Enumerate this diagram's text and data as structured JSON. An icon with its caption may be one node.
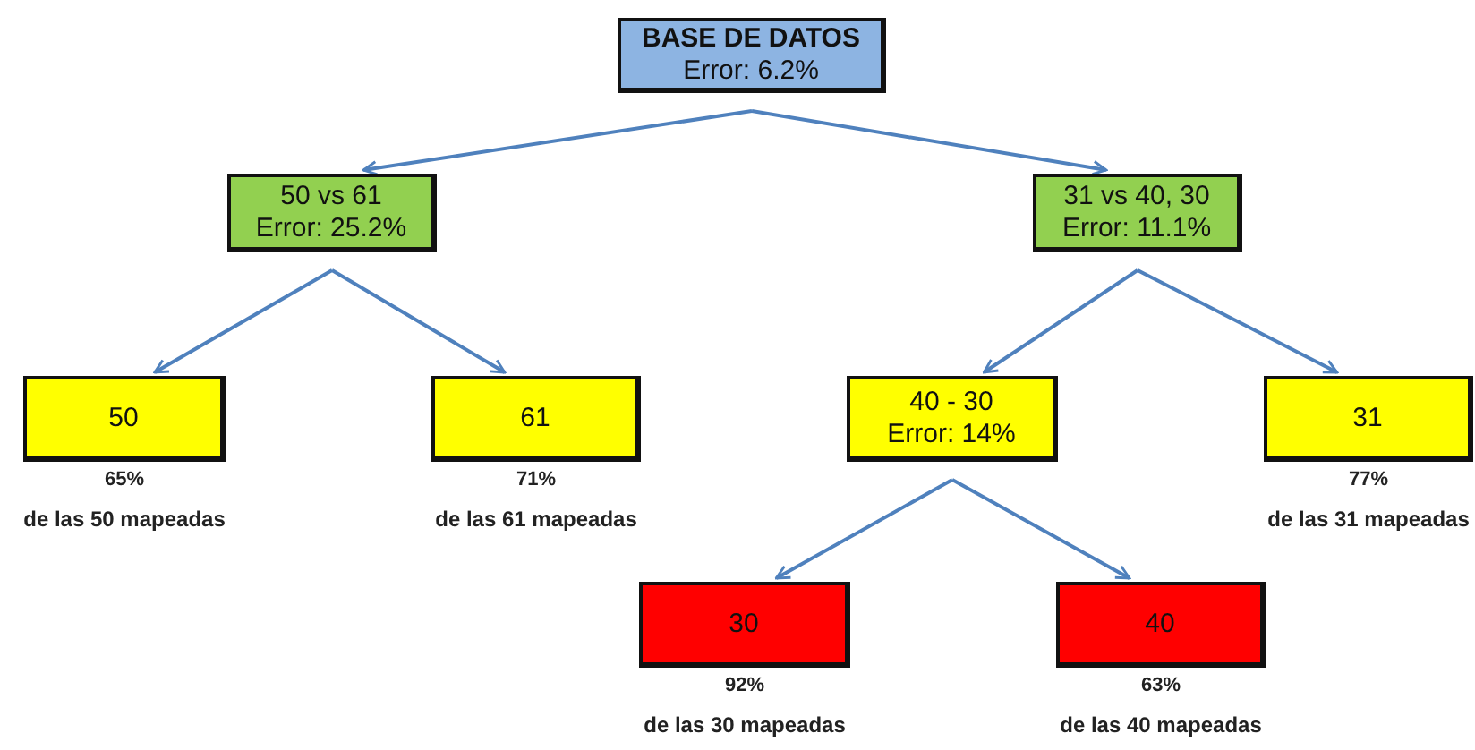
{
  "diagram": {
    "nodes": [
      {
        "text": [
          "BASE DE DATOS",
          "Error: 6.2%"
        ]
      },
      {
        "text": [
          "50 vs 61",
          "Error: 25.2%"
        ]
      },
      {
        "text": [
          "31 vs 40, 30",
          "Error: 11.1%"
        ]
      },
      {
        "text": [
          "50"
        ],
        "beside": [
          "65%",
          "de las 50 mapeadas"
        ]
      },
      {
        "text": [
          "61"
        ],
        "beside": [
          "71%",
          "de las 61 mapeadas"
        ]
      },
      {
        "text": [
          "40 - 30",
          "Error: 14%"
        ]
      },
      {
        "text": [
          "31"
        ],
        "beside": [
          "77%",
          "de las 31 mapeadas"
        ]
      },
      {
        "text": [
          "30"
        ],
        "beside": [
          "92%",
          "de las 30 mapeadas"
        ]
      },
      {
        "text": [
          "40"
        ],
        "beside": [
          "63%",
          "de las 40 mapeadas"
        ]
      }
    ],
    "edges": [
      {
        "from": 0,
        "to": 1,
        "arrow": "to"
      },
      {
        "from": 0,
        "to": 2,
        "arrow": "to"
      },
      {
        "from": 1,
        "to": 3,
        "arrow": "to"
      },
      {
        "from": 1,
        "to": 4,
        "arrow": "to"
      },
      {
        "from": 2,
        "to": 5,
        "arrow": "to"
      },
      {
        "from": 2,
        "to": 6,
        "arrow": "to"
      },
      {
        "from": 5,
        "to": 7,
        "arrow": "to"
      },
      {
        "from": 5,
        "to": 8,
        "arrow": "to"
      }
    ]
  }
}
